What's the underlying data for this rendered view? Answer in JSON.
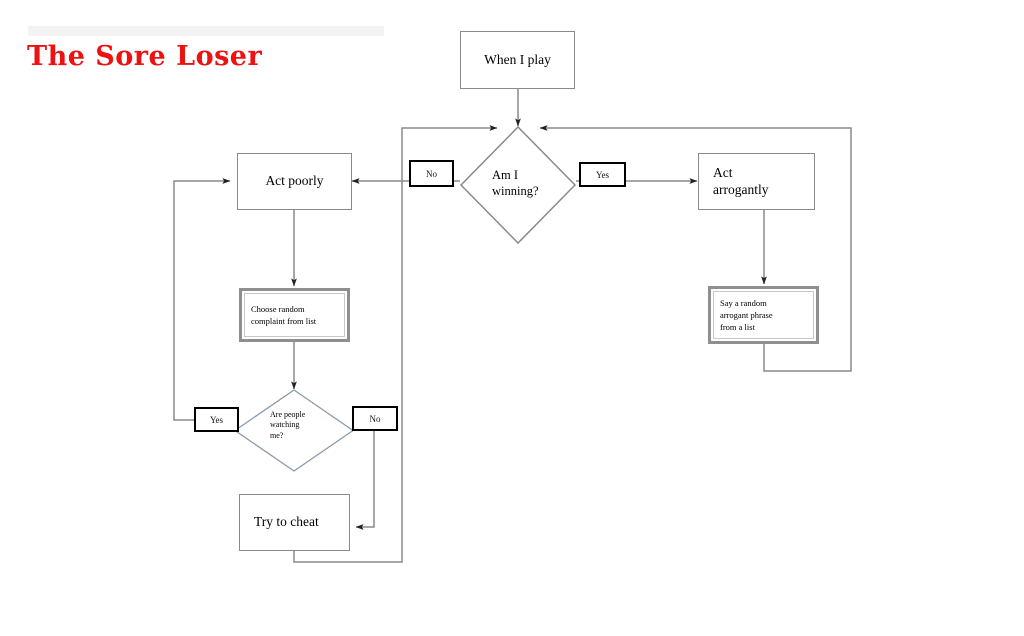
{
  "document": {
    "title": "The Sore Loser",
    "title_color": "#ee1111",
    "background": "#ffffff"
  },
  "flowchart": {
    "type": "flowchart",
    "nodes": [
      {
        "id": "start",
        "shape": "process",
        "label": "When I play"
      },
      {
        "id": "winning",
        "shape": "decision",
        "label": "Am I\nwinning?",
        "line1": "Am I",
        "line2": "winning?"
      },
      {
        "id": "act-poorly",
        "shape": "process",
        "label": "Act poorly"
      },
      {
        "id": "act-arrogant",
        "shape": "process",
        "label": "Act\narrogantly",
        "line1": "Act",
        "line2": "arrogantly"
      },
      {
        "id": "complaint",
        "shape": "subprocess",
        "label": "Choose random\ncomplaint from list",
        "line1": "Choose random",
        "line2": "complaint from list"
      },
      {
        "id": "phrase",
        "shape": "subprocess",
        "label": "Say a random\narrogant phrase\nfrom a list",
        "line1": "Say a random",
        "line2": "arrogant phrase",
        "line3": "from a list"
      },
      {
        "id": "watching",
        "shape": "decision",
        "label": "Are people\nwatching\nme?",
        "line1": "Are people",
        "line2": "watching",
        "line3": "me?"
      },
      {
        "id": "cheat",
        "shape": "process",
        "label": "Try to cheat"
      }
    ],
    "edge_labels": [
      {
        "id": "winning-no",
        "label": "No",
        "from": "winning",
        "to": "act-poorly"
      },
      {
        "id": "winning-yes",
        "label": "Yes",
        "from": "winning",
        "to": "act-arrogant"
      },
      {
        "id": "watching-yes",
        "label": "Yes",
        "from": "watching",
        "to": "act-poorly"
      },
      {
        "id": "watching-no",
        "label": "No",
        "from": "watching",
        "to": "cheat"
      }
    ],
    "edges": [
      {
        "from": "start",
        "to": "winning",
        "label": ""
      },
      {
        "from": "winning",
        "to": "act-poorly",
        "label": "No"
      },
      {
        "from": "winning",
        "to": "act-arrogant",
        "label": "Yes"
      },
      {
        "from": "act-poorly",
        "to": "complaint",
        "label": ""
      },
      {
        "from": "complaint",
        "to": "watching",
        "label": ""
      },
      {
        "from": "watching",
        "to": "act-poorly",
        "label": "Yes"
      },
      {
        "from": "watching",
        "to": "cheat",
        "label": "No"
      },
      {
        "from": "cheat",
        "to": "winning",
        "label": ""
      },
      {
        "from": "act-arrogant",
        "to": "phrase",
        "label": ""
      },
      {
        "from": "phrase",
        "to": "winning",
        "label": ""
      }
    ],
    "colors": {
      "node_border": "#8a8a8a",
      "subprocess_border": "#8f8f8f",
      "connector": "#8a8a8a",
      "label_border": "#000000",
      "text": "#000000"
    }
  }
}
